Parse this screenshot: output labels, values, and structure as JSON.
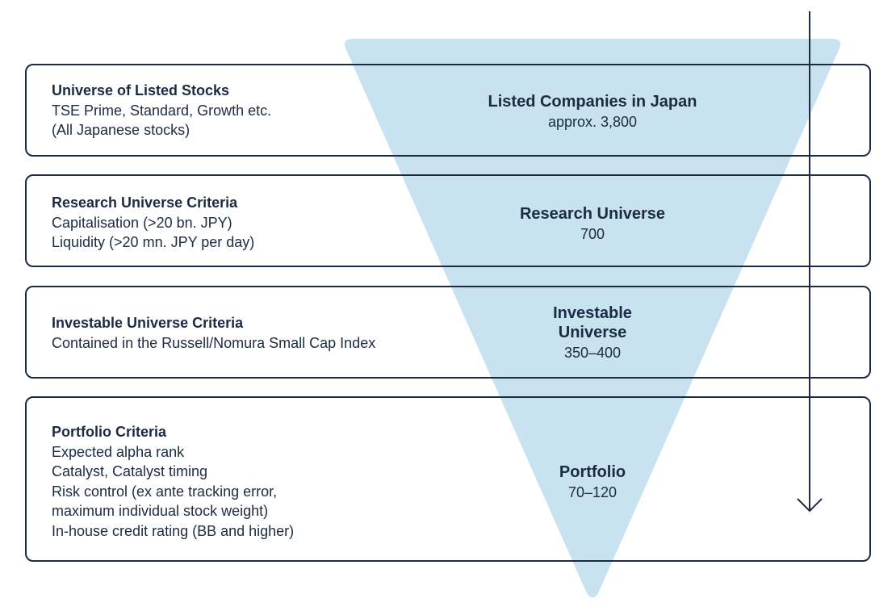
{
  "diagram": {
    "colors": {
      "funnel_fill": "#c8e2f0",
      "box_stroke": "#1c2b43",
      "text": "#1c2b43",
      "arrow": "#1c2b43"
    },
    "icons": {
      "flow_arrow": "down-arrow-icon"
    },
    "rows": [
      {
        "criteria_title": "Universe of Listed Stocks",
        "criteria_lines": [
          "TSE Prime, Standard, Growth etc.",
          "(All Japanese stocks)"
        ],
        "stage_name": "Listed Companies in Japan",
        "stage_count": "approx. 3,800"
      },
      {
        "criteria_title": "Research Universe Criteria",
        "criteria_lines": [
          "Capitalisation (>20 bn. JPY)",
          "Liquidity (>20 mn. JPY per day)"
        ],
        "stage_name": "Research Universe",
        "stage_count": "700"
      },
      {
        "criteria_title": "Investable Universe Criteria",
        "criteria_lines": [
          "Contained in the Russell/Nomura Small Cap Index"
        ],
        "stage_name": "Investable Universe",
        "stage_count": "350–400"
      },
      {
        "criteria_title": "Portfolio Criteria",
        "criteria_lines": [
          "Expected alpha rank",
          "Catalyst, Catalyst timing",
          "Risk control (ex ante tracking error,",
          "maximum individual stock weight)",
          "In-house credit rating (BB and higher)"
        ],
        "stage_name": "Portfolio",
        "stage_count": "70–120"
      }
    ]
  }
}
